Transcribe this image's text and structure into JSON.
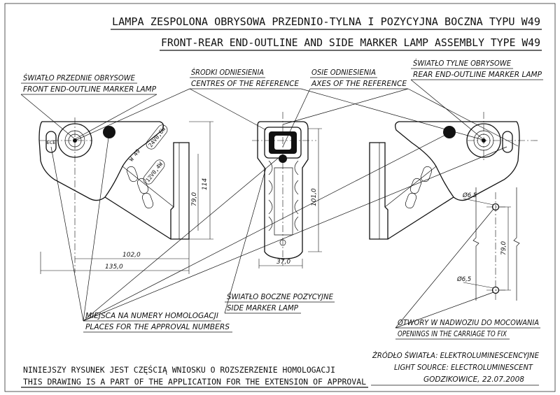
{
  "title": {
    "pl": "LAMPA  ZESPOLONA OBRYSOWA PRZEDNIO-TYLNA I POZYCYJNA BOCZNA TYPU W49",
    "en": "FRONT-REAR END-OUTLINE AND SIDE MARKER LAMP ASSEMBLY TYPE W49"
  },
  "callouts": {
    "front_lamp": {
      "pl": "ŚWIATŁO PRZEDNIE OBRYSOWE",
      "en": "FRONT END-OUTLINE MARKER LAMP"
    },
    "centres": {
      "pl": "ŚRODKI ODNIESIENIA",
      "en": "CENTRES OF THE REFERENCE"
    },
    "axes": {
      "pl": "OSIE ODNIESIENIA",
      "en": "AXES OF THE REFERENCE"
    },
    "rear_lamp": {
      "pl": "ŚWIATŁO TYLNE OBRYSOWE",
      "en": "REAR END-OUTLINE MARKER LAMP"
    },
    "side_lamp": {
      "pl": "ŚWIATŁO BOCZNE POZYCYJNE",
      "en": "SIDE MARKER LAMP"
    },
    "approval": {
      "pl": "MIEJSCA NA NUMERY HOMOLOGACJI",
      "en": "PLACES FOR THE APPROVAL NUMBERS"
    },
    "openings": {
      "pl": "OTWORY W NADWOZIU DO MOCOWANIA",
      "en": "OPENINGS IN THE CARRIAGE TO FIX"
    }
  },
  "dimensions": {
    "d102": "102,0",
    "d135": "135,0",
    "d114": "114",
    "d79a": "79,0",
    "d101": "101,0",
    "d37": "37,0",
    "d65a": "Ø6,5",
    "d65b": "Ø6,5",
    "d79b": "79,0"
  },
  "markings": {
    "v24": "24V0,6W",
    "v12": "12V0,4W",
    "w49": "W 49"
  },
  "footer": {
    "note_pl": "NINIEJSZY RYSUNEK JEST CZĘŚCIĄ WNIOSKU O ROZSZERZENIE HOMOLOGACJI",
    "note_en": "THIS DRAWING IS A PART OF THE APPLICATION FOR THE EXTENSION OF APPROVAL",
    "source_pl": "ŹRÓDŁO ŚWIATŁA: ELEKTROLUMINESCENCYJNE",
    "source_en": "LIGHT SOURCE: ELECTROLUMINESCENT",
    "place_date": "GODZIKOWICE, 22.07.2008"
  }
}
